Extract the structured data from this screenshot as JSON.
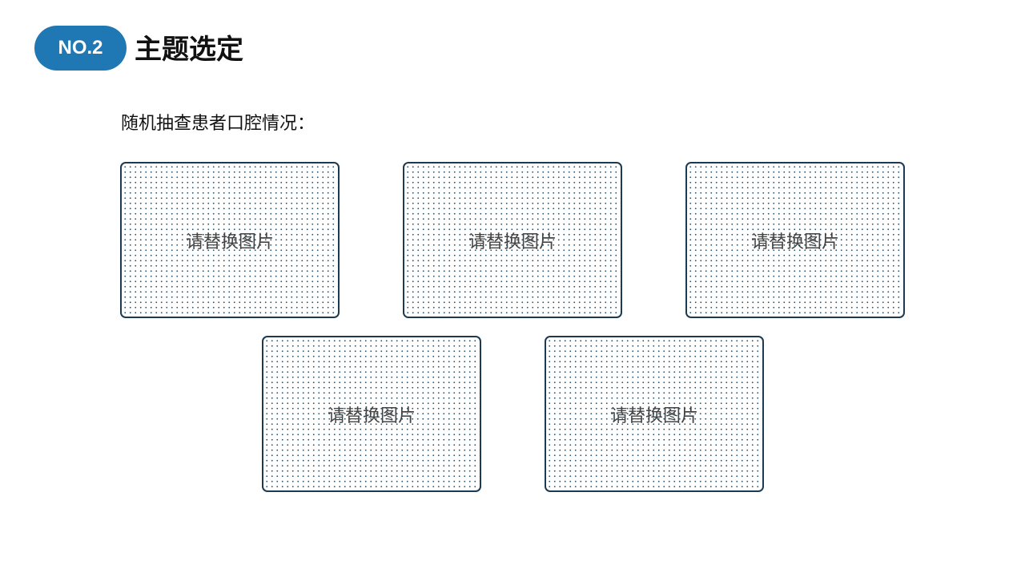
{
  "header": {
    "badge": "NO.2",
    "title": "主题选定"
  },
  "content": {
    "subtitle": "随机抽查患者口腔情况：",
    "placeholders": [
      {
        "label": "请替换图片"
      },
      {
        "label": "请替换图片"
      },
      {
        "label": "请替换图片"
      },
      {
        "label": "请替换图片"
      },
      {
        "label": "请替换图片"
      }
    ]
  },
  "colors": {
    "badge": "#1f78b4",
    "border": "#1c3a52",
    "dots": "#2f5870"
  }
}
